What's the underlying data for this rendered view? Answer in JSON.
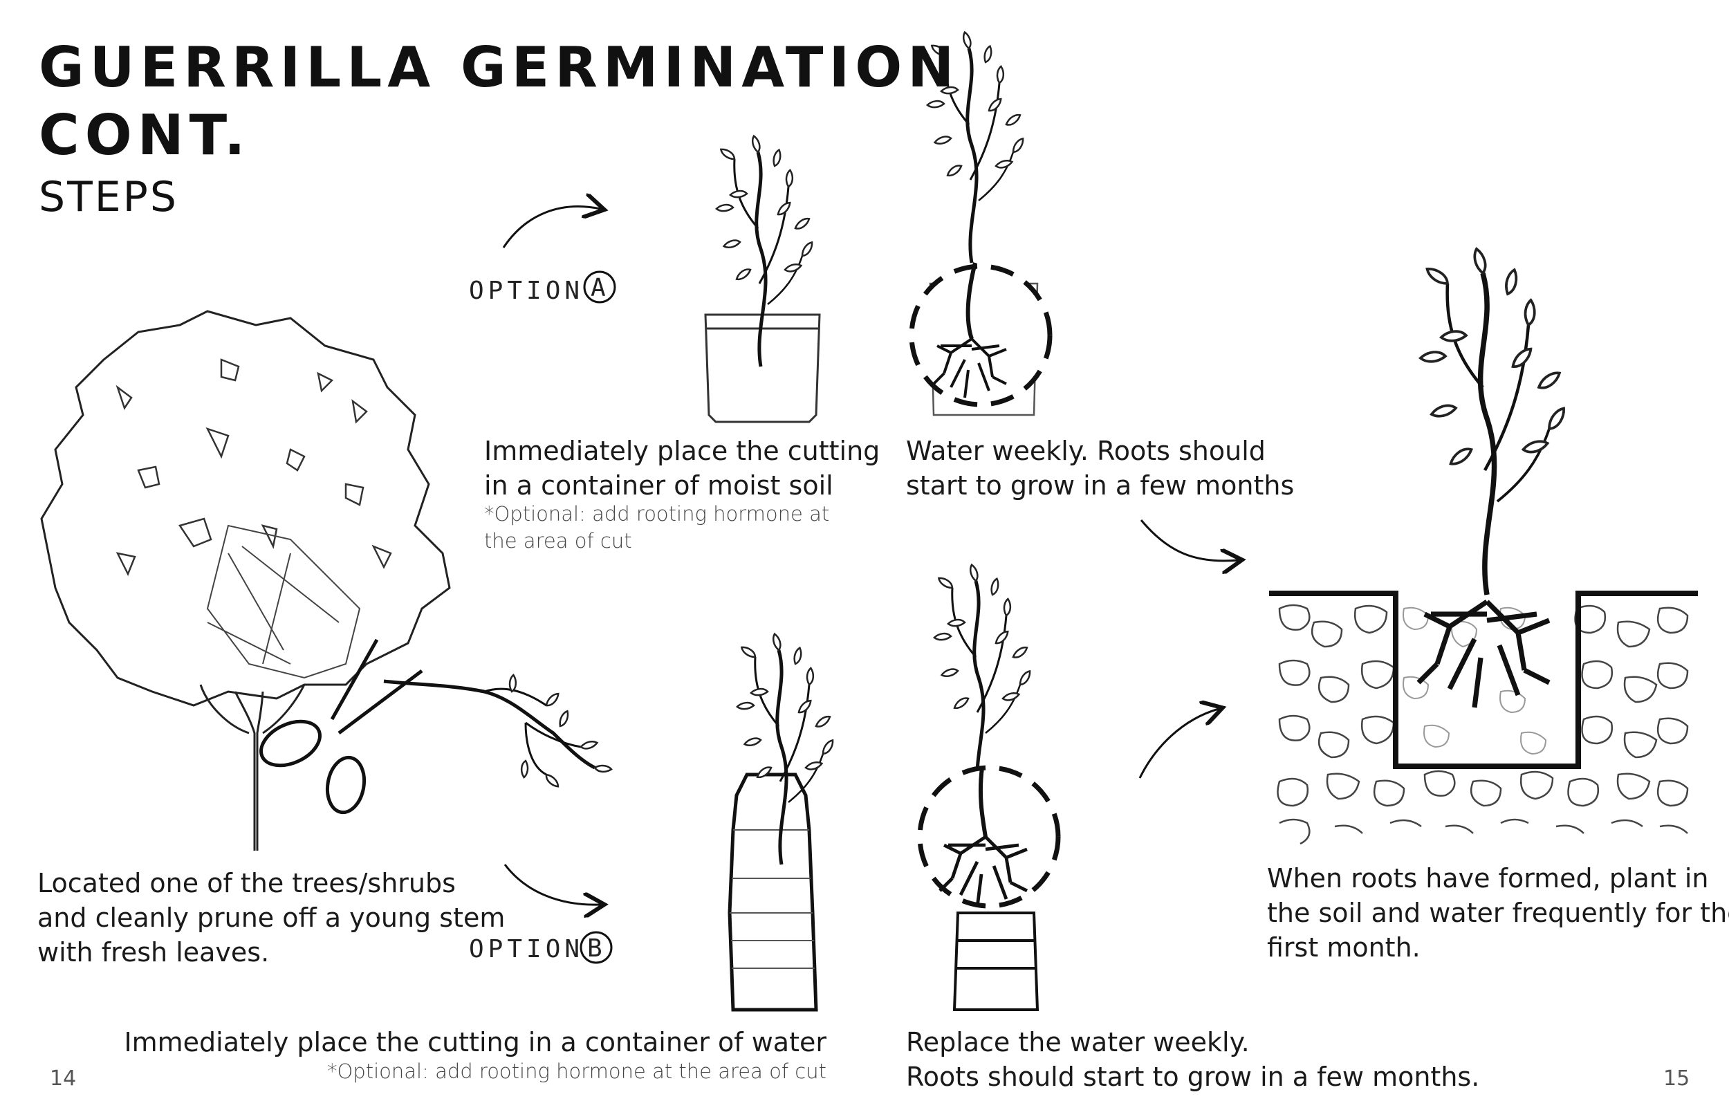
{
  "page": {
    "title_line1": "GUERRILLA GERMINATION",
    "title_line2": "CONT.",
    "subtitle": "STEPS"
  },
  "captions": {
    "step_cut": [
      "Located one of the trees/shrubs",
      "and cleanly prune off a young stem",
      "with fresh leaves."
    ],
    "option_a_place": [
      "Immediately place the cutting",
      "in a container of moist soil"
    ],
    "option_a_note": [
      "*Optional: add rooting hormone at",
      "the area of cut"
    ],
    "option_a_water": [
      "Water weekly. Roots should",
      "start to grow in a few months"
    ],
    "option_b_place": "Immediately place the cutting in a container of water",
    "option_b_note": "*Optional: add rooting hormone at the area of cut",
    "option_b_water": [
      "Replace the water weekly.",
      "Roots should start to grow in a few months."
    ],
    "plant": [
      "When roots have formed, plant in",
      "the soil and water frequently for the",
      "first month."
    ]
  },
  "labels": {
    "option_a": "OPTION",
    "option_a_letter": "A",
    "option_b": "OPTION",
    "option_b_letter": "B"
  },
  "page_numbers": {
    "left": "14",
    "right": "15"
  },
  "icons": [
    "tree-illustration",
    "scissors-icon",
    "cutting-illustration",
    "soil-pot-illustration",
    "rooted-pot-illustration",
    "water-bottle-illustration",
    "rooted-bottle-illustration",
    "planted-tree-illustration",
    "arrow-icon"
  ]
}
